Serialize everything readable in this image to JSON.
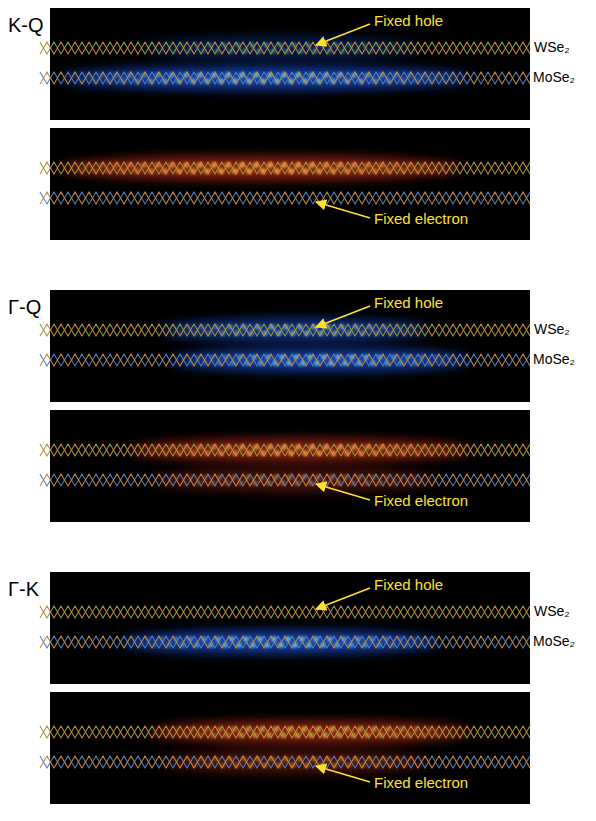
{
  "diagram": {
    "labels": [
      "K-Q",
      "Fixed hole",
      "WSe₂",
      "MoSe₂",
      "Fixed electron",
      "Γ-Q",
      "Fixed hole",
      "WSe₂",
      "MoSe₂",
      "Fixed electron",
      "Γ-K",
      "Fixed hole",
      "WSe₂",
      "MoSe₂",
      "Fixed electron"
    ]
  }
}
